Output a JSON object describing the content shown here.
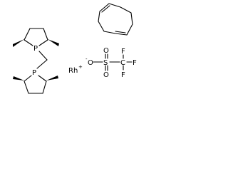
{
  "molecule": {
    "atoms": {
      "phosphorus_top": "P",
      "phosphorus_bottom": "P",
      "rhodium": "Rh",
      "rhodium_charge": "+",
      "oxygen_1": "O",
      "oxygen_2": "O",
      "oxygen_anion": "O",
      "anion_charge": "-",
      "sulfur": "S",
      "fluorine_1": "F",
      "fluorine_2": "F",
      "fluorine_3": "F",
      "carbon": "C"
    }
  }
}
